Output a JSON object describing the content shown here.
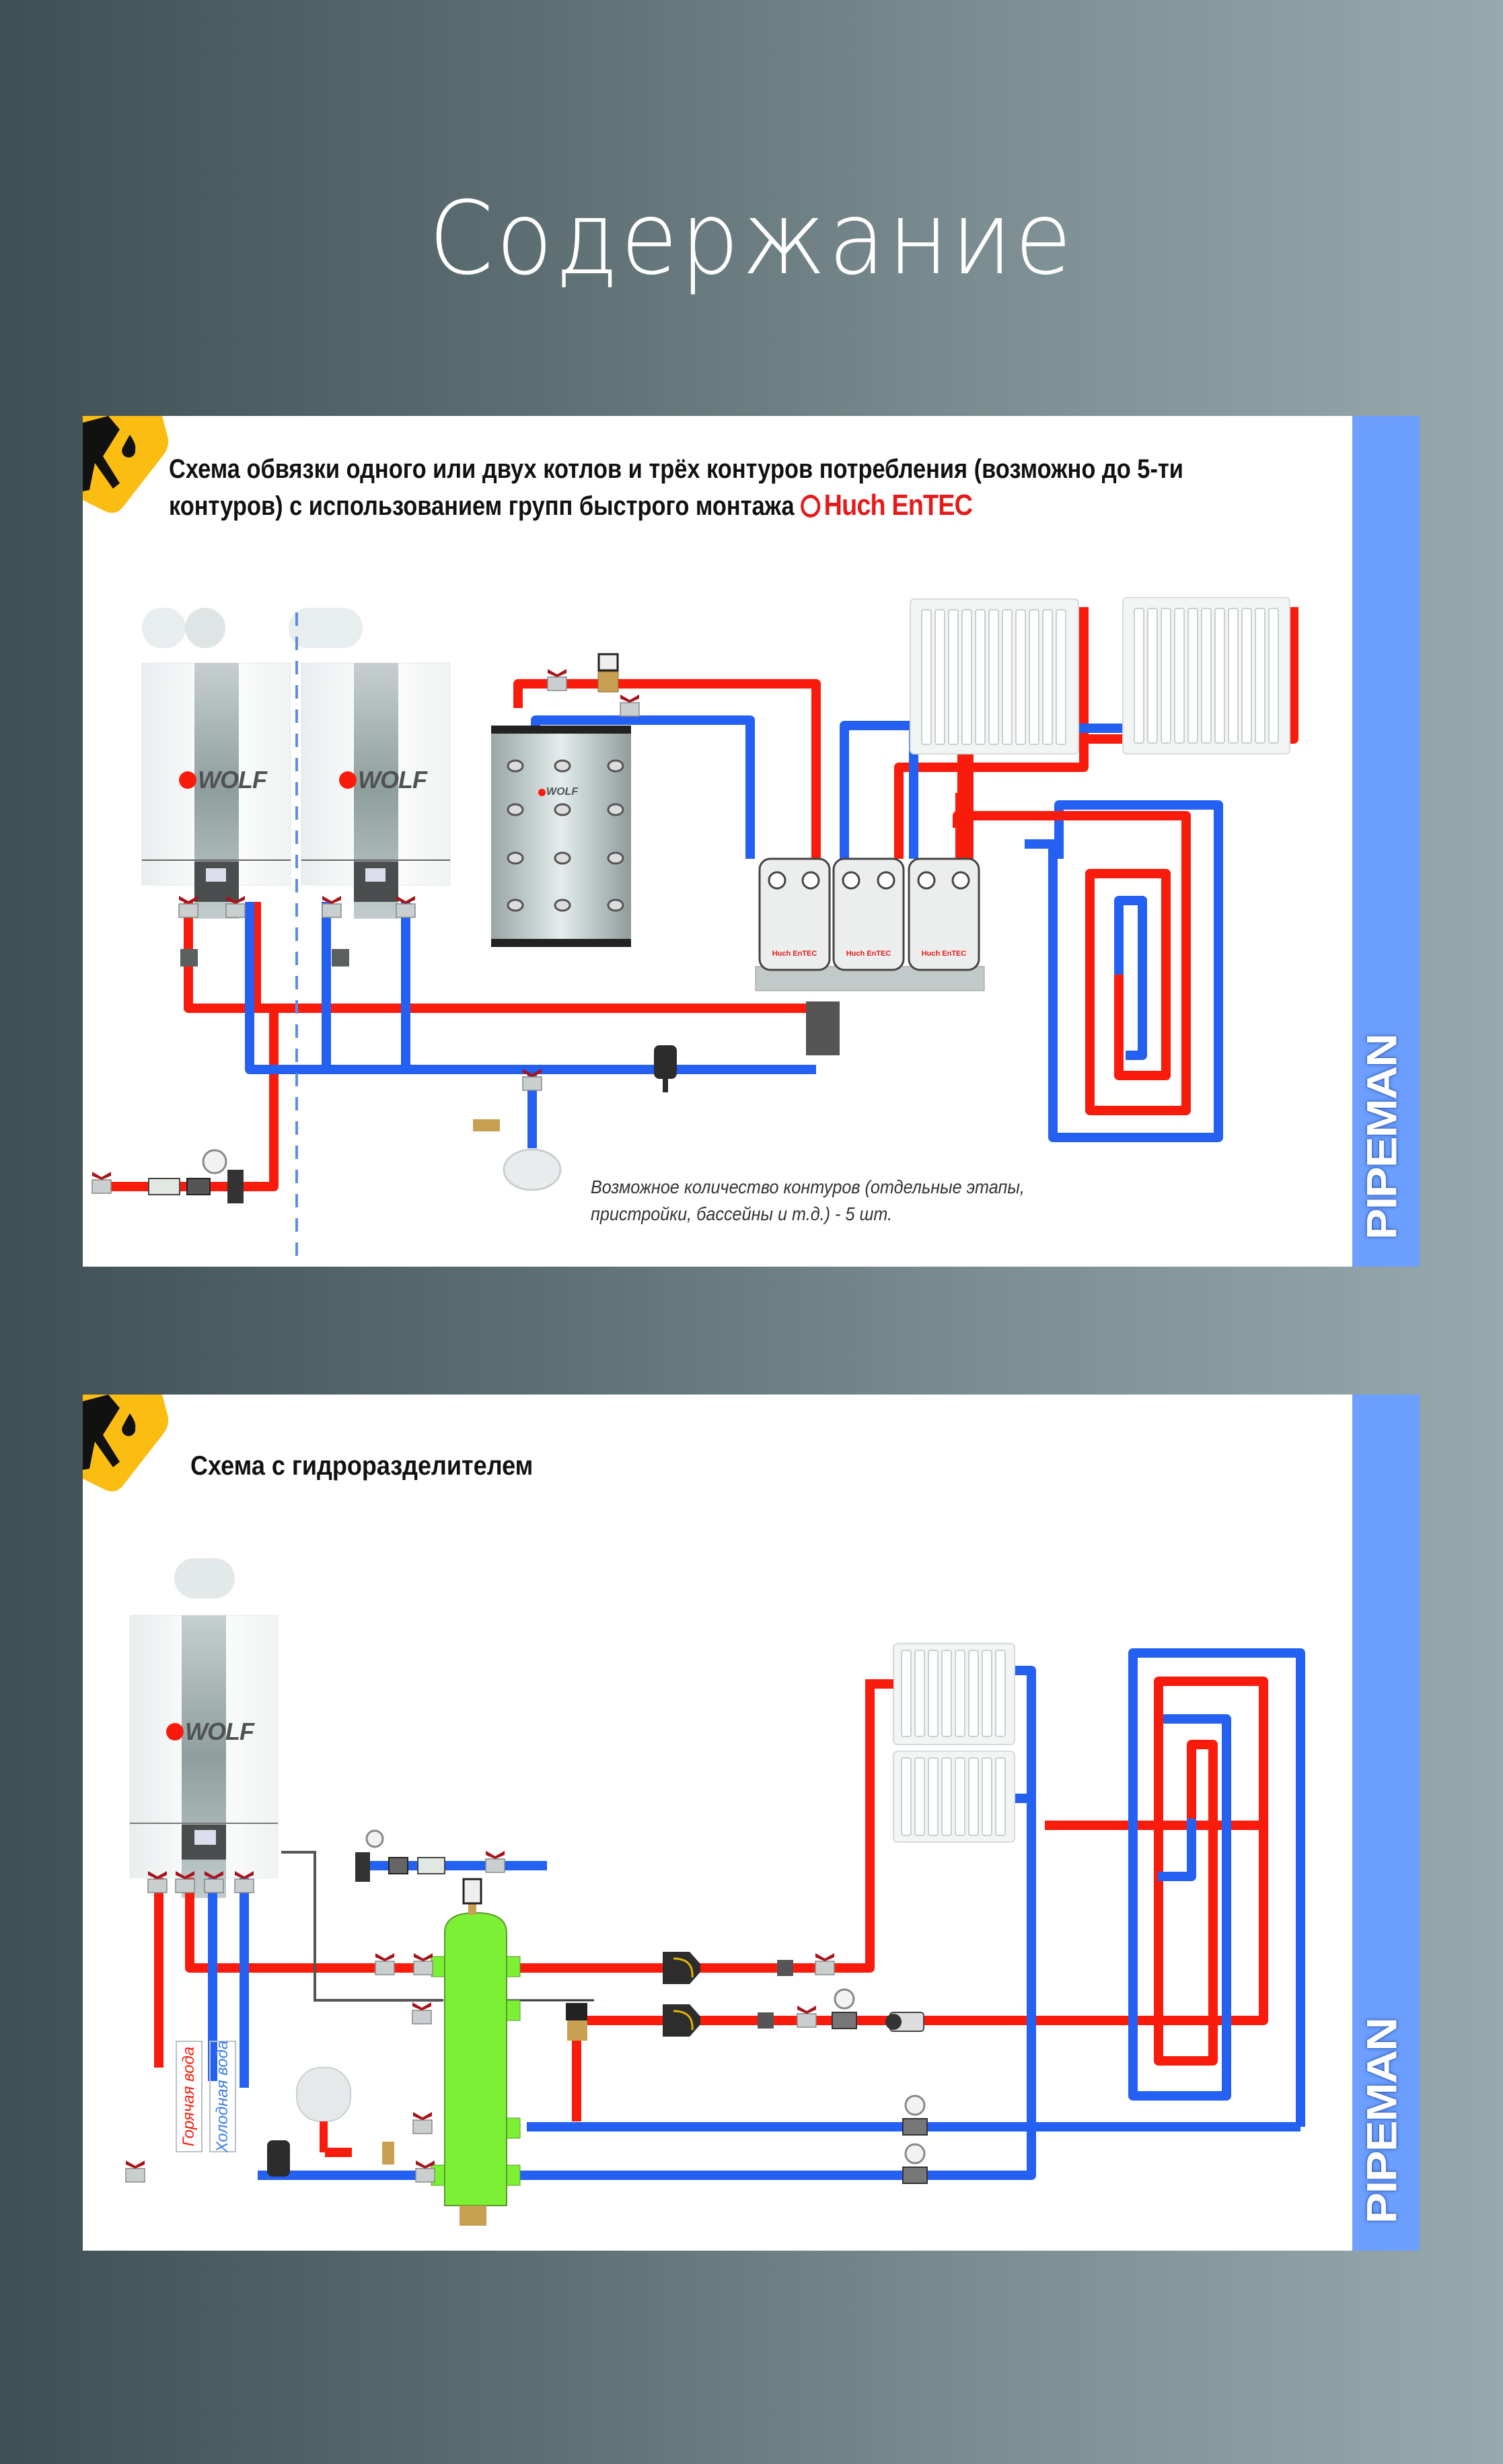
{
  "page": {
    "title": "Содержание"
  },
  "colors": {
    "hot": "#f91c0c",
    "cold": "#2461f2",
    "strip": "#6c9ffe",
    "separator": "#7cf034",
    "badge": "#fbbd12"
  },
  "panels": [
    {
      "title_line1": "Схема обвязки одного или двух котлов и трёх контуров потребления (возможно до 5-ти",
      "title_line2": "контуров) с использованием групп быстрого монтажа",
      "brand_logo": "Huch EnTEC",
      "note_line1": "Возможное количество контуров (отдельные этапы,",
      "note_line2": "пристройки, бассейны и т.д.) - 5 шт.",
      "boiler_logo": "WOLF",
      "tank_logo": "WOLF",
      "group_logo": "Huch EnTEC",
      "strip_brand": "PIPEMAN",
      "icon": "warning-hand-icon"
    },
    {
      "title": "Схема с гидроразделителем",
      "boiler_logo": "WOLF",
      "legend_hot": "Горячая вода",
      "legend_cold": "Холодная вода",
      "strip_brand": "PIPEMAN",
      "icon": "warning-hand-icon"
    }
  ]
}
